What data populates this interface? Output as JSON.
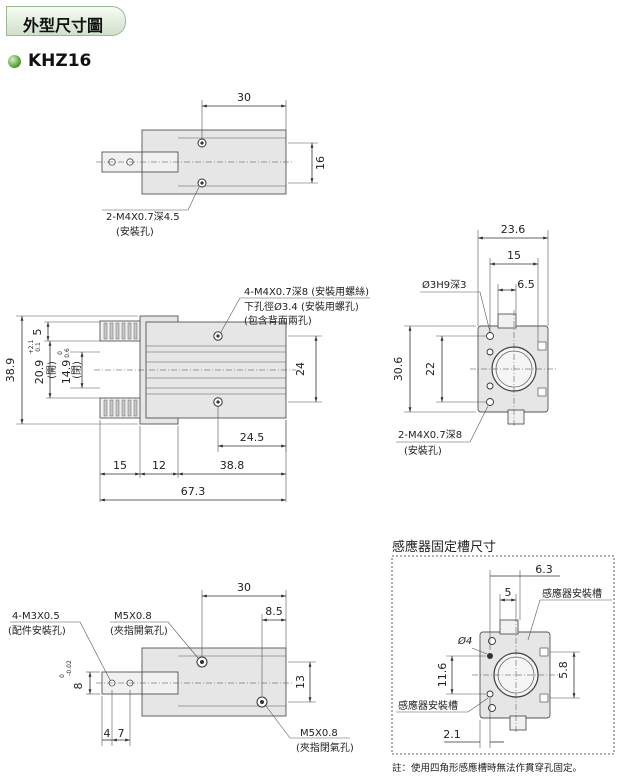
{
  "header": {
    "title": "外型尺寸圖"
  },
  "model": {
    "title": "KHZ16"
  },
  "top_view": {
    "dim_30": "30",
    "dim_16": "16",
    "tap_label": "2-M4X0.7深4.5",
    "tap_sub": "(安裝孔)"
  },
  "front_view": {
    "tap_label": "4-M4X0.7深8 (安裝用螺絲)",
    "hole_label": "下孔徑Ø3.4 (安裝用螺孔)",
    "hole_sub": "(包含背面兩孔)",
    "dim_38_9": "38.9",
    "dim_5": "5",
    "dim_20_9": "20.9",
    "tol_20_9_upper": "+2.1",
    "tol_20_9_lower": "0.1",
    "open_label": "(開)",
    "dim_14_9": "14.9",
    "tol_14_9_upper": "0",
    "tol_14_9_lower": "0.6",
    "close_label": "(閉)",
    "dim_24": "24",
    "dim_24_5": "24.5",
    "dim_15": "15",
    "dim_12": "12",
    "dim_38_8": "38.8",
    "dim_67_3": "67.3"
  },
  "end_view": {
    "dim_23_6": "23.6",
    "dim_15": "15",
    "dim_6_5": "6.5",
    "hole_label": "Ø3H9深3",
    "dim_30_6": "30.6",
    "dim_22": "22",
    "tap_label": "2-M4X0.7深8",
    "tap_sub": "(安裝孔)"
  },
  "bottom_view": {
    "dim_30": "30",
    "dim_8_5": "8.5",
    "dim_13": "13",
    "tap_label": "4-M3X0.5",
    "tap_sub": "(配件安裝孔)",
    "port1_label": "M5X0.8",
    "port1_sub": "(夾指開氣孔)",
    "port2_label": "M5X0.8",
    "port2_sub": "(夾指閉氣孔)",
    "dim_8": "8",
    "tol_8_upper": "0",
    "tol_8_lower": "-0.02",
    "dim_4": "4",
    "dim_7": "7"
  },
  "sensor_view": {
    "title": "感應器固定槽尺寸",
    "dim_6_3": "6.3",
    "dim_5": "5",
    "slot_label_1": "感應器安裝槽",
    "dim_phi4": "Ø4",
    "dim_11_6": "11.6",
    "dim_5_8": "5.8",
    "slot_label_2": "感應器安裝槽",
    "dim_2_1": "2.1",
    "note": "註：使用四角形感應槽時無法作貫穿孔固定。"
  }
}
